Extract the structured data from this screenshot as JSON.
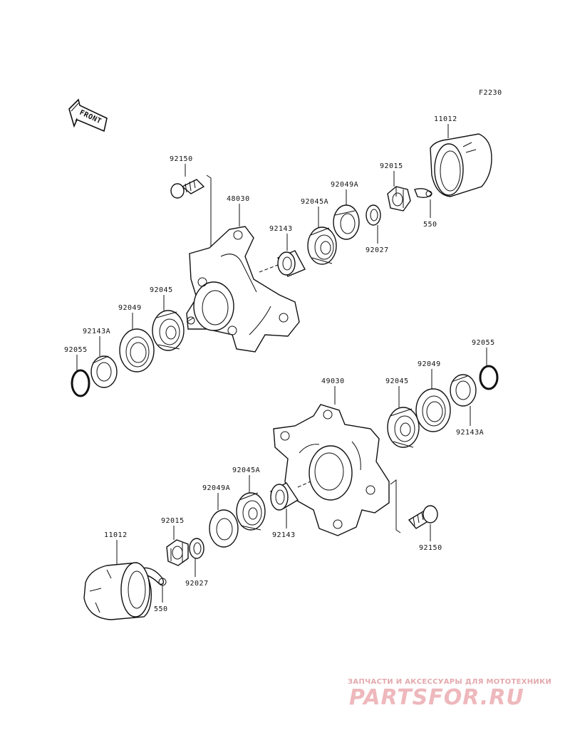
{
  "diagram_code": "F2230",
  "front_label": "FRONT",
  "upper_assembly": {
    "cap": "11012",
    "nut": "92015",
    "cotter_pin": "550",
    "oil_seal_a": "92049A",
    "bearing_a": "92045A",
    "collar": "92027",
    "spacer": "92143",
    "stud_bolt": "92150",
    "hub": "48030",
    "bearing": "92045",
    "oil_seal": "92049",
    "spacer_a": "92143A",
    "circlip": "92055"
  },
  "lower_assembly": {
    "hub": "49030",
    "bearing": "92045",
    "oil_seal": "92049",
    "circlip": "92055",
    "spacer_a": "92143A",
    "bearing_a": "92045A",
    "oil_seal_a": "92049A",
    "spacer": "92143",
    "nut": "92015",
    "stud_bolt": "92150",
    "cap": "11012",
    "collar": "92027",
    "cotter_pin": "550"
  },
  "watermark": {
    "tagline": "ЗАПЧАСТИ И АКСЕССУАРЫ ДЛЯ МОТОТЕХНИКИ",
    "logo": "PARTSFOR.RU"
  }
}
